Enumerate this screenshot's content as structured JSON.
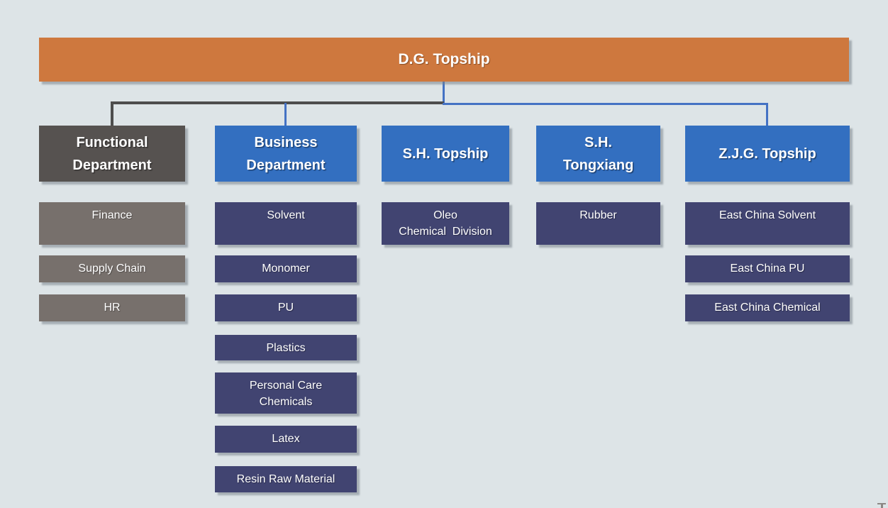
{
  "root": {
    "label": "D.G. Topship"
  },
  "colors": {
    "background": "#dde4e7",
    "root_fill": "#ce783e",
    "header_blue": "#336fc0",
    "header_gray": "#565250",
    "child_navy": "#414471",
    "child_gray": "#77706c",
    "connector_blue": "#4472c4",
    "connector_gray": "#4d4d4d",
    "text": "#ffffff"
  },
  "columns": [
    {
      "header": "Functional\nDepartment",
      "children": [
        "Finance",
        "Supply Chain",
        "HR"
      ]
    },
    {
      "header": "Business\nDepartment",
      "children": [
        "Solvent",
        "Monomer",
        "PU",
        "Plastics",
        "Personal Care\nChemicals",
        "Latex",
        "Resin Raw Material"
      ]
    },
    {
      "header": "S.H. Topship",
      "children": [
        "Oleo\nChemical  Division"
      ]
    },
    {
      "header": "S.H.\nTongxiang",
      "children": [
        "Rubber"
      ]
    },
    {
      "header": "Z.J.G. Topship",
      "children": [
        "East China Solvent",
        "East China PU",
        "East China Chemical"
      ]
    }
  ]
}
